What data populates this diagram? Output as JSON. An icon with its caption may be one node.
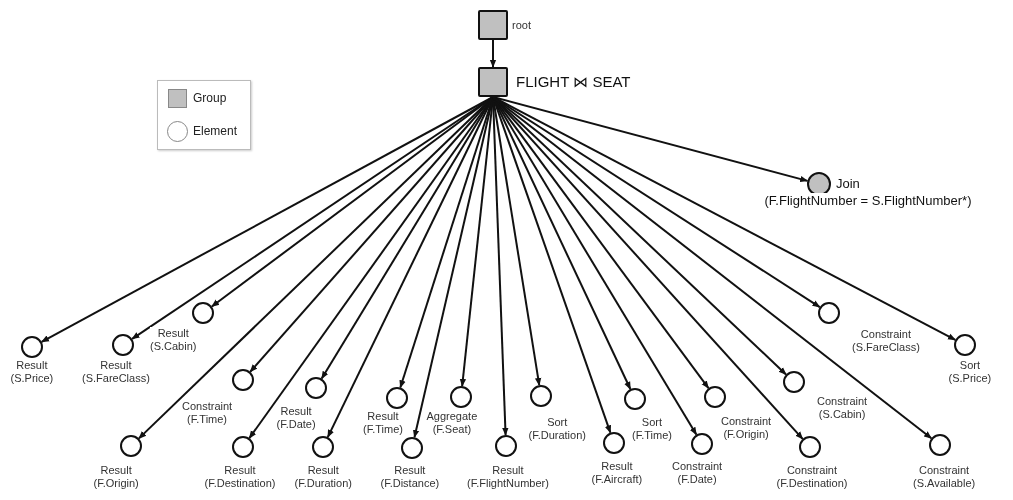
{
  "diagram": {
    "nodes": [
      {
        "text": [],
        "shape": "box",
        "beside": [
          "root"
        ]
      },
      {
        "text": [],
        "shape": "box",
        "beside": [
          "FLIGHT ⋈ SEAT"
        ]
      },
      {
        "text": [],
        "shape": "circle",
        "beside": [
          "Join",
          "(F.FlightNumber = S.FlightNumber*)"
        ]
      },
      {
        "text": [],
        "shape": "circle",
        "beside": [
          "Result (S.Price)"
        ]
      },
      {
        "text": [],
        "shape": "circle",
        "beside": [
          "Result (S.FareClass)"
        ]
      },
      {
        "text": [],
        "shape": "circle",
        "beside": [
          "Result (S.Cabin)"
        ]
      },
      {
        "text": [],
        "shape": "circle",
        "beside": [
          "Constraint (F.Time)"
        ]
      },
      {
        "text": [],
        "shape": "circle",
        "beside": [
          "Result (F.Date)"
        ]
      },
      {
        "text": [],
        "shape": "circle",
        "beside": [
          "Result (F.Time)"
        ]
      },
      {
        "text": [],
        "shape": "circle",
        "beside": [
          "Aggregate (F.Seat)"
        ]
      },
      {
        "text": [],
        "shape": "circle",
        "beside": [
          "Sort (F.Duration)"
        ]
      },
      {
        "text": [],
        "shape": "circle",
        "beside": [
          "Sort (F.Time)"
        ]
      },
      {
        "text": [],
        "shape": "circle",
        "beside": [
          "Constraint (F.Origin)"
        ]
      },
      {
        "text": [],
        "shape": "circle",
        "beside": [
          "Constraint (S.FareClass)"
        ]
      },
      {
        "text": [],
        "shape": "circle",
        "beside": [
          "Constraint (S.Cabin)"
        ]
      },
      {
        "text": [],
        "shape": "circle",
        "beside": [
          "Sort (S.Price)"
        ]
      },
      {
        "text": [],
        "shape": "circle",
        "beside": [
          "Result (F.Origin)"
        ]
      },
      {
        "text": [],
        "shape": "circle",
        "beside": [
          "Result (F.Destination)"
        ]
      },
      {
        "text": [],
        "shape": "circle",
        "beside": [
          "Result (F.Duration)"
        ]
      },
      {
        "text": [],
        "shape": "circle",
        "beside": [
          "Result (F.Distance)"
        ]
      },
      {
        "text": [],
        "shape": "circle",
        "beside": [
          "Result (F.FlightNumber)"
        ]
      },
      {
        "text": [],
        "shape": "circle",
        "beside": [
          "Result (F.Aircraft)"
        ]
      },
      {
        "text": [],
        "shape": "circle",
        "beside": [
          "Constraint (F.Date)"
        ]
      },
      {
        "text": [],
        "shape": "circle",
        "beside": [
          "Constraint (F.Destination)"
        ]
      },
      {
        "text": [],
        "shape": "circle",
        "beside": [
          "Constraint (S.Available)"
        ]
      }
    ],
    "edges": [
      {
        "from": 0,
        "to": 1,
        "arrow": "to"
      },
      {
        "from": 1,
        "to": 2,
        "arrow": "to"
      },
      {
        "from": 1,
        "to": 3,
        "arrow": "to"
      },
      {
        "from": 1,
        "to": 4,
        "arrow": "to"
      },
      {
        "from": 1,
        "to": 5,
        "arrow": "to"
      },
      {
        "from": 1,
        "to": 6,
        "arrow": "to"
      },
      {
        "from": 1,
        "to": 7,
        "arrow": "to"
      },
      {
        "from": 1,
        "to": 8,
        "arrow": "to"
      },
      {
        "from": 1,
        "to": 9,
        "arrow": "to"
      },
      {
        "from": 1,
        "to": 10,
        "arrow": "to"
      },
      {
        "from": 1,
        "to": 11,
        "arrow": "to"
      },
      {
        "from": 1,
        "to": 12,
        "arrow": "to"
      },
      {
        "from": 1,
        "to": 13,
        "arrow": "to"
      },
      {
        "from": 1,
        "to": 14,
        "arrow": "to"
      },
      {
        "from": 1,
        "to": 15,
        "arrow": "to"
      },
      {
        "from": 1,
        "to": 16,
        "arrow": "to"
      },
      {
        "from": 1,
        "to": 17,
        "arrow": "to"
      },
      {
        "from": 1,
        "to": 18,
        "arrow": "to"
      },
      {
        "from": 1,
        "to": 19,
        "arrow": "to"
      },
      {
        "from": 1,
        "to": 20,
        "arrow": "to"
      },
      {
        "from": 1,
        "to": 21,
        "arrow": "to"
      },
      {
        "from": 1,
        "to": 22,
        "arrow": "to"
      },
      {
        "from": 1,
        "to": 23,
        "arrow": "to"
      },
      {
        "from": 1,
        "to": 24,
        "arrow": "to"
      }
    ],
    "legend": [
      {
        "text": "Group",
        "color": "#c0c0c0"
      },
      {
        "text": "Element"
      }
    ]
  }
}
